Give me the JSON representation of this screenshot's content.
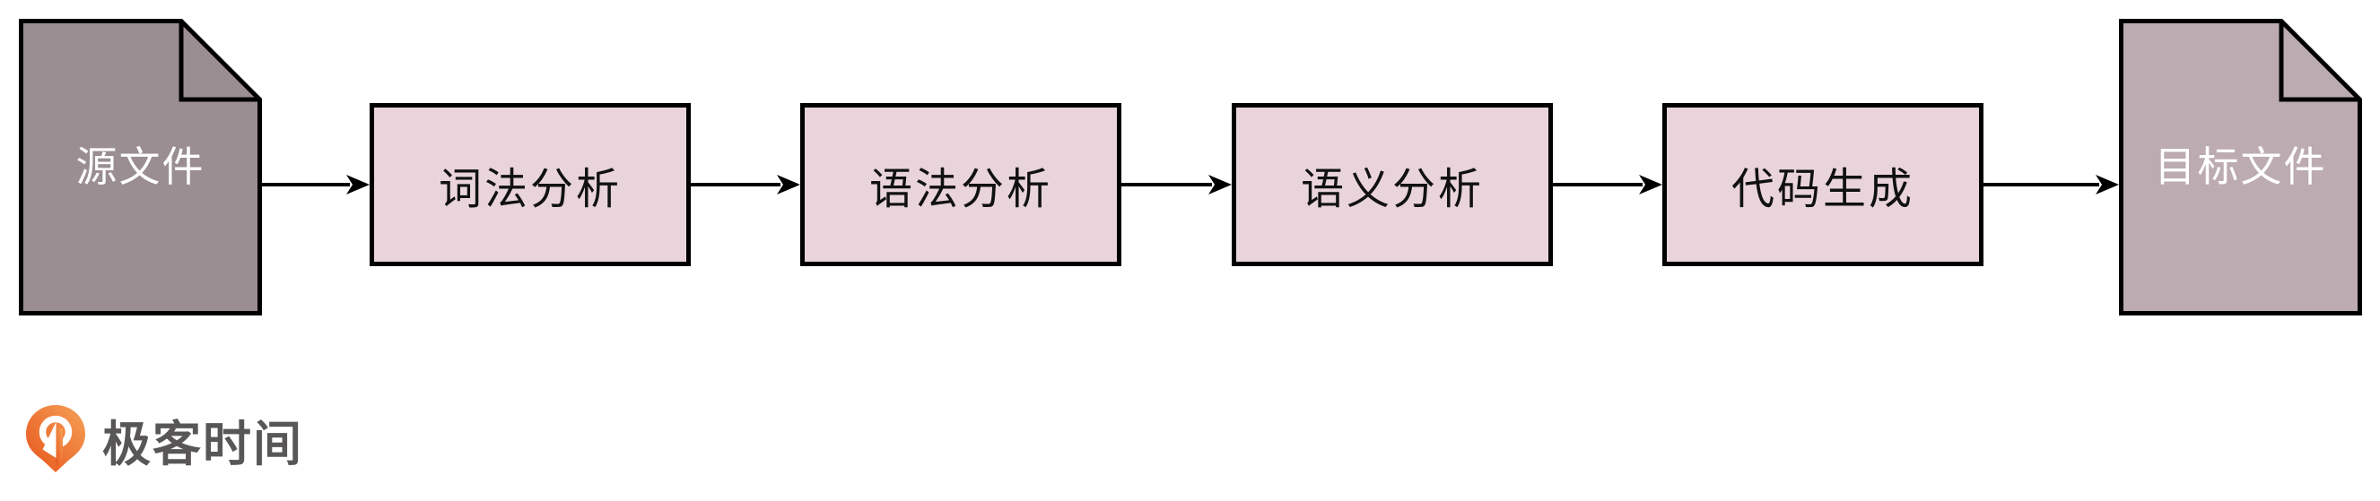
{
  "flow": {
    "source": {
      "label": "源文件",
      "shape": "document"
    },
    "steps": [
      {
        "label": "词法分析"
      },
      {
        "label": "语法分析"
      },
      {
        "label": "语义分析"
      },
      {
        "label": "代码生成"
      }
    ],
    "target": {
      "label": "目标文件",
      "shape": "document"
    },
    "edges": [
      {
        "from": "源文件",
        "to": "词法分析"
      },
      {
        "from": "词法分析",
        "to": "语法分析"
      },
      {
        "from": "语法分析",
        "to": "语义分析"
      },
      {
        "from": "语义分析",
        "to": "代码生成"
      },
      {
        "from": "代码生成",
        "to": "目标文件"
      }
    ]
  },
  "brand": {
    "logo_text": "极客时间",
    "logo_icon": "geektime-pin-icon"
  },
  "colors": {
    "background": "#FFFFFF",
    "source_doc_fill": "#9A8E92",
    "target_doc_fill": "#BCABB1",
    "process_box_fill": "#E8D4DA",
    "stroke": "#000000",
    "doc_text": "#FFFFFF",
    "box_text": "#111111",
    "logo_orange_light": "#F5A156",
    "logo_orange_dark": "#E7541C",
    "logo_text_color": "#585656"
  }
}
